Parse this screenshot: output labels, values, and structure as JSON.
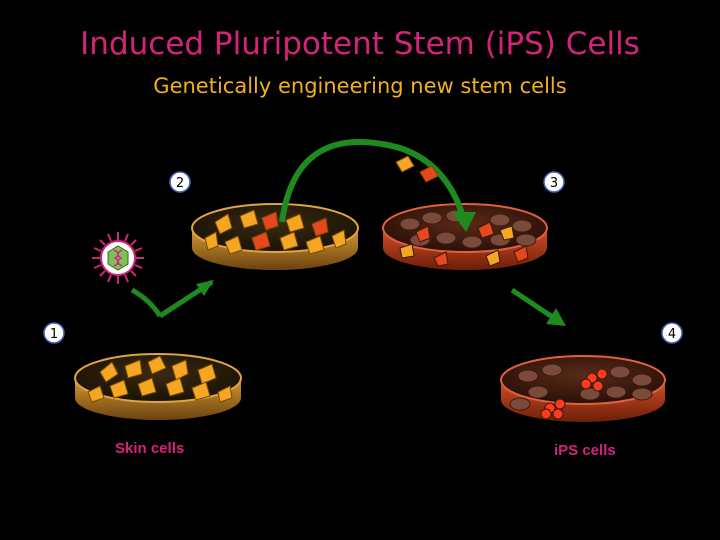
{
  "slide": {
    "title": "Induced Pluripotent Stem (iPS) Cells",
    "subtitle": "Genetically engineering new stem cells"
  },
  "steps": [
    {
      "number": "1"
    },
    {
      "number": "2"
    },
    {
      "number": "3"
    },
    {
      "number": "4"
    }
  ],
  "captions": {
    "skin_cells": "Skin cells",
    "ips_cells": "iPS cells"
  },
  "colors": {
    "title": "#d4237a",
    "subtitle": "#f2b01c",
    "caption": "#d4237a",
    "arrow": "#1f8a1f",
    "skin_cell": "#f5a623",
    "reprogrammed_cell": "#e8461c",
    "ips_colony": "#ff3b1f",
    "dish_rim": "#c98a2e",
    "virus": "#7fbf5a"
  },
  "icons": {
    "virus": "virus-icon",
    "arrow": "green-arrow"
  }
}
